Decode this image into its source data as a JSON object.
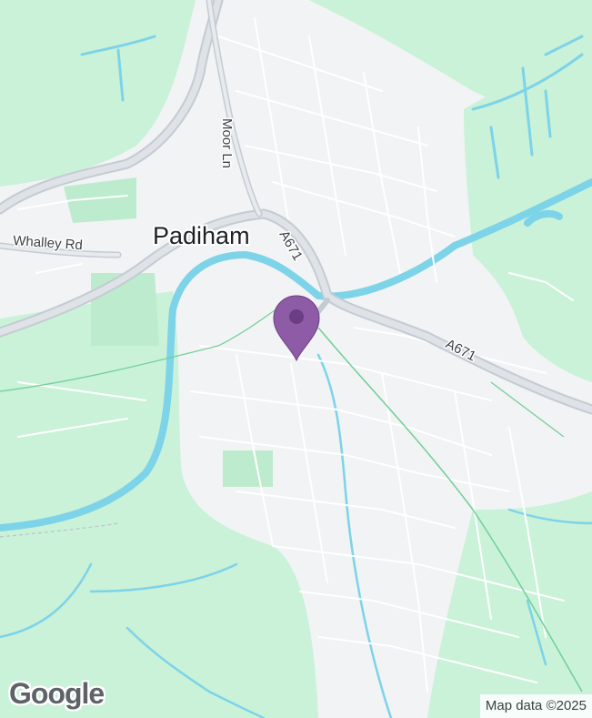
{
  "map": {
    "place_label": "Padiham",
    "road_labels": {
      "whalley_rd": "Whalley Rd",
      "moor_ln": "Moor Ln",
      "a671_north": "A671",
      "a671_east": "A671"
    },
    "logo_text": "Google",
    "attribution": "Map data ©2025",
    "marker": {
      "icon": "map-pin-icon",
      "color": "#8e5ba6"
    },
    "colors": {
      "land": "#f1f3f4",
      "green_space": "#c9f2d9",
      "water": "#7dd3e8",
      "major_road": "#c4cbd3",
      "minor_road": "#ffffff"
    }
  }
}
